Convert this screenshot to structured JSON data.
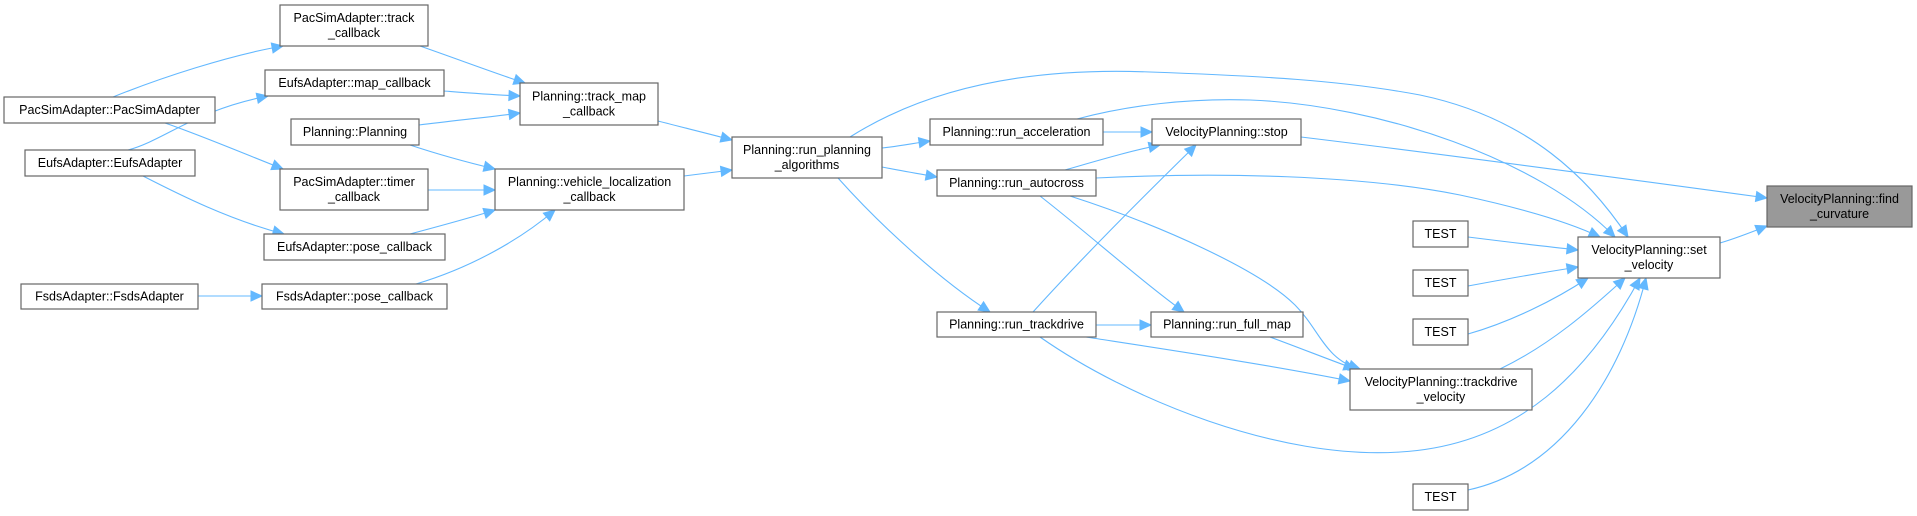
{
  "diagram": {
    "type": "caller-graph",
    "colors": {
      "edge": "#63b8ff",
      "node_border": "#666666",
      "node_fill": "#ffffff",
      "focus_fill": "#999999"
    },
    "nodes": [
      {
        "id": "pacsim_ctor",
        "lines": [
          "PacSimAdapter::PacSimAdapter"
        ]
      },
      {
        "id": "eufs_ctor",
        "lines": [
          "EufsAdapter::EufsAdapter"
        ]
      },
      {
        "id": "fsds_ctor",
        "lines": [
          "FsdsAdapter::FsdsAdapter"
        ]
      },
      {
        "id": "pacsim_track_cb",
        "lines": [
          "PacSimAdapter::track",
          "_callback"
        ]
      },
      {
        "id": "eufs_map_cb",
        "lines": [
          "EufsAdapter::map_callback"
        ]
      },
      {
        "id": "planning_ctor",
        "lines": [
          "Planning::Planning"
        ]
      },
      {
        "id": "pacsim_timer_cb",
        "lines": [
          "PacSimAdapter::timer",
          "_callback"
        ]
      },
      {
        "id": "eufs_pose_cb",
        "lines": [
          "EufsAdapter::pose_callback"
        ]
      },
      {
        "id": "fsds_pose_cb",
        "lines": [
          "FsdsAdapter::pose_callback"
        ]
      },
      {
        "id": "track_map_cb",
        "lines": [
          "Planning::track_map",
          "_callback"
        ]
      },
      {
        "id": "vehicle_loc_cb",
        "lines": [
          "Planning::vehicle_localization",
          "_callback"
        ]
      },
      {
        "id": "run_planning",
        "lines": [
          "Planning::run_planning",
          "_algorithms"
        ]
      },
      {
        "id": "run_accel",
        "lines": [
          "Planning::run_acceleration"
        ]
      },
      {
        "id": "run_autocross",
        "lines": [
          "Planning::run_autocross"
        ]
      },
      {
        "id": "run_trackdrive",
        "lines": [
          "Planning::run_trackdrive"
        ]
      },
      {
        "id": "vp_stop",
        "lines": [
          "VelocityPlanning::stop"
        ]
      },
      {
        "id": "run_full_map",
        "lines": [
          "Planning::run_full_map"
        ]
      },
      {
        "id": "vp_trackdrive_vel",
        "lines": [
          "VelocityPlanning::trackdrive",
          "_velocity"
        ]
      },
      {
        "id": "test1",
        "lines": [
          "TEST"
        ]
      },
      {
        "id": "test2",
        "lines": [
          "TEST"
        ]
      },
      {
        "id": "test3",
        "lines": [
          "TEST"
        ]
      },
      {
        "id": "test4",
        "lines": [
          "TEST"
        ]
      },
      {
        "id": "vp_set_velocity",
        "lines": [
          "VelocityPlanning::set",
          "_velocity"
        ]
      },
      {
        "id": "vp_find_curvature",
        "lines": [
          "VelocityPlanning::find",
          "_curvature"
        ],
        "focus": true
      }
    ],
    "edges": [
      {
        "from": "pacsim_ctor",
        "to": "pacsim_track_cb"
      },
      {
        "from": "pacsim_ctor",
        "to": "pacsim_timer_cb"
      },
      {
        "from": "eufs_ctor",
        "to": "eufs_map_cb"
      },
      {
        "from": "eufs_ctor",
        "to": "eufs_pose_cb"
      },
      {
        "from": "fsds_ctor",
        "to": "fsds_pose_cb"
      },
      {
        "from": "pacsim_track_cb",
        "to": "track_map_cb"
      },
      {
        "from": "eufs_map_cb",
        "to": "track_map_cb"
      },
      {
        "from": "planning_ctor",
        "to": "track_map_cb"
      },
      {
        "from": "planning_ctor",
        "to": "vehicle_loc_cb"
      },
      {
        "from": "pacsim_timer_cb",
        "to": "vehicle_loc_cb"
      },
      {
        "from": "eufs_pose_cb",
        "to": "vehicle_loc_cb"
      },
      {
        "from": "fsds_pose_cb",
        "to": "vehicle_loc_cb"
      },
      {
        "from": "track_map_cb",
        "to": "run_planning"
      },
      {
        "from": "vehicle_loc_cb",
        "to": "run_planning"
      },
      {
        "from": "run_planning",
        "to": "run_accel"
      },
      {
        "from": "run_planning",
        "to": "run_autocross"
      },
      {
        "from": "run_planning",
        "to": "run_trackdrive"
      },
      {
        "from": "run_planning",
        "to": "vp_set_velocity"
      },
      {
        "from": "run_accel",
        "to": "vp_stop"
      },
      {
        "from": "run_accel",
        "to": "vp_set_velocity"
      },
      {
        "from": "run_autocross",
        "to": "vp_stop"
      },
      {
        "from": "run_autocross",
        "to": "vp_set_velocity"
      },
      {
        "from": "run_autocross",
        "to": "run_full_map"
      },
      {
        "from": "run_autocross",
        "to": "vp_trackdrive_vel"
      },
      {
        "from": "run_trackdrive",
        "to": "vp_stop"
      },
      {
        "from": "run_trackdrive",
        "to": "run_full_map"
      },
      {
        "from": "run_trackdrive",
        "to": "vp_trackdrive_vel"
      },
      {
        "from": "run_trackdrive",
        "to": "vp_set_velocity"
      },
      {
        "from": "run_full_map",
        "to": "vp_trackdrive_vel"
      },
      {
        "from": "vp_stop",
        "to": "vp_find_curvature"
      },
      {
        "from": "test1",
        "to": "vp_set_velocity"
      },
      {
        "from": "test2",
        "to": "vp_set_velocity"
      },
      {
        "from": "test3",
        "to": "vp_set_velocity"
      },
      {
        "from": "test4",
        "to": "vp_set_velocity"
      },
      {
        "from": "vp_trackdrive_vel",
        "to": "vp_set_velocity"
      },
      {
        "from": "vp_set_velocity",
        "to": "vp_find_curvature"
      }
    ]
  }
}
